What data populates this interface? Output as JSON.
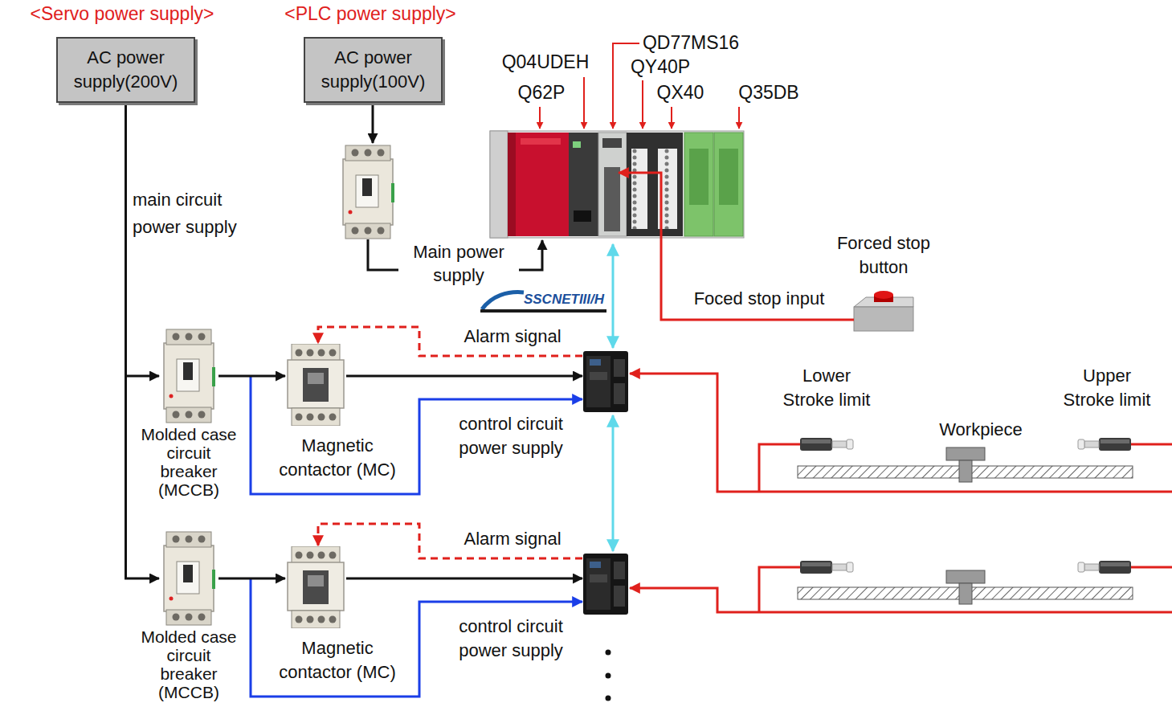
{
  "diagram": {
    "nodes": [
      {
        "text": [
          "AC power supply(200V)"
        ]
      },
      {
        "text": [
          "AC power supply(100V)"
        ]
      },
      {
        "text": [
          "Forced stop button"
        ]
      },
      {
        "text": [
          "Molded case circuit breaker (MCCB)"
        ]
      },
      {
        "text": [
          "Magnetic contactor (MC)"
        ]
      },
      {
        "text": [
          "Molded case circuit breaker (MCCB)"
        ]
      },
      {
        "text": [
          "Magnetic contactor (MC)"
        ]
      }
    ],
    "edges": [
      {
        "from": 0,
        "to": 3,
        "arrow": "to"
      },
      {
        "from": 3,
        "to": 4,
        "arrow": "to"
      },
      {
        "from": 0,
        "to": 5,
        "arrow": "to"
      },
      {
        "from": 5,
        "to": 6,
        "arrow": "to"
      }
    ],
    "labels": [
      "<Servo power supply>",
      "<PLC power supply>",
      "QD77MS16",
      "Q04UDEH",
      "QY40P",
      "Q62P",
      "QX40",
      "Q35DB",
      "main circuit power supply",
      "Main power supply",
      "SSCNETIII/H",
      "Foced stop input",
      "Alarm signal",
      "Lower Stroke limit",
      "Upper Stroke limit",
      "Workpiece",
      "control circuit power supply",
      "Alarm signal",
      "control circuit power supply"
    ]
  }
}
